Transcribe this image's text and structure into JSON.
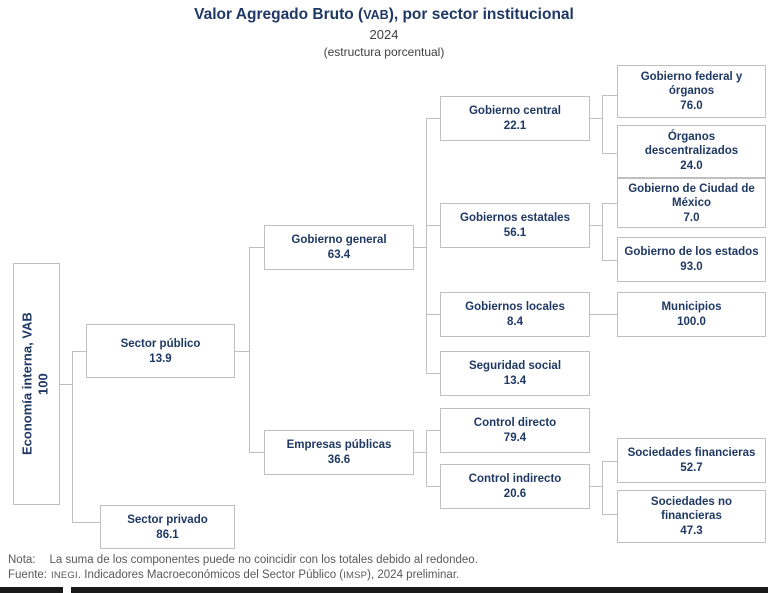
{
  "title": {
    "main_before": "Valor Agregado Bruto (",
    "main_acronym": "VAB",
    "main_after": "), por sector institucional",
    "year": "2024",
    "subtitle": "(estructura porcentual)"
  },
  "chart_data": {
    "type": "diagram",
    "title": "Valor Agregado Bruto (VAB), por sector institucional",
    "subtitle": "2024 (estructura porcentual)",
    "units": "porcentaje",
    "nodes": [
      {
        "id": "root",
        "label": "Economía interna, VAB",
        "value": "100",
        "level": 0
      },
      {
        "id": "sector_publico",
        "label": "Sector público",
        "value": "13.9",
        "level": 1
      },
      {
        "id": "sector_privado",
        "label": "Sector privado",
        "value": "86.1",
        "level": 1
      },
      {
        "id": "gob_general",
        "label": "Gobierno general",
        "value": "63.4",
        "level": 2
      },
      {
        "id": "empresas_pub",
        "label": "Empresas públicas",
        "value": "36.6",
        "level": 2
      },
      {
        "id": "gob_central",
        "label": "Gobierno central",
        "value": "22.1",
        "level": 3
      },
      {
        "id": "gob_estatales",
        "label": "Gobiernos estatales",
        "value": "56.1",
        "level": 3
      },
      {
        "id": "gob_locales",
        "label": "Gobiernos locales",
        "value": "8.4",
        "level": 3
      },
      {
        "id": "seguridad_social",
        "label": "Seguridad social",
        "value": "13.4",
        "level": 3
      },
      {
        "id": "control_directo",
        "label": "Control directo",
        "value": "79.4",
        "level": 3
      },
      {
        "id": "control_indirecto",
        "label": "Control indirecto",
        "value": "20.6",
        "level": 3
      },
      {
        "id": "gob_federal",
        "label": "Gobierno federal y órganos",
        "value": "76.0",
        "level": 4
      },
      {
        "id": "organos_desc",
        "label": "Órganos descentralizados",
        "value": "24.0",
        "level": 4
      },
      {
        "id": "gob_cdmx",
        "label": "Gobierno de Ciudad de México",
        "value": "7.0",
        "level": 4
      },
      {
        "id": "gob_estados",
        "label": "Gobierno de los estados",
        "value": "93.0",
        "level": 4
      },
      {
        "id": "municipios",
        "label": "Municipios",
        "value": "100.0",
        "level": 4
      },
      {
        "id": "soc_financieras",
        "label": "Sociedades financieras",
        "value": "52.7",
        "level": 4
      },
      {
        "id": "soc_no_fin",
        "label": "Sociedades no financieras",
        "value": "47.3",
        "level": 4
      }
    ],
    "edges": [
      [
        "root",
        "sector_publico"
      ],
      [
        "root",
        "sector_privado"
      ],
      [
        "sector_publico",
        "gob_general"
      ],
      [
        "sector_publico",
        "empresas_pub"
      ],
      [
        "gob_general",
        "gob_central"
      ],
      [
        "gob_general",
        "gob_estatales"
      ],
      [
        "gob_general",
        "gob_locales"
      ],
      [
        "gob_general",
        "seguridad_social"
      ],
      [
        "empresas_pub",
        "control_directo"
      ],
      [
        "empresas_pub",
        "control_indirecto"
      ],
      [
        "gob_central",
        "gob_federal"
      ],
      [
        "gob_central",
        "organos_desc"
      ],
      [
        "gob_estatales",
        "gob_cdmx"
      ],
      [
        "gob_estatales",
        "gob_estados"
      ],
      [
        "gob_locales",
        "municipios"
      ],
      [
        "control_indirecto",
        "soc_financieras"
      ],
      [
        "control_indirecto",
        "soc_no_fin"
      ]
    ],
    "colors": {
      "text": "#1F3864",
      "border": "#BFBFBF",
      "background": "#FFFFFF",
      "footer_text": "#595959"
    }
  },
  "nodes": {
    "root": {
      "label": "Economía interna, VAB",
      "value": "100"
    },
    "sector_publico": {
      "label": "Sector público",
      "value": "13.9"
    },
    "sector_privado": {
      "label": "Sector privado",
      "value": "86.1"
    },
    "gob_general": {
      "label": "Gobierno general",
      "value": "63.4"
    },
    "empresas_pub": {
      "label": "Empresas públicas",
      "value": "36.6"
    },
    "gob_central": {
      "label": "Gobierno central",
      "value": "22.1"
    },
    "gob_estatales": {
      "label": "Gobiernos estatales",
      "value": "56.1"
    },
    "gob_locales": {
      "label": "Gobiernos locales",
      "value": "8.4"
    },
    "seguridad_social": {
      "label": "Seguridad social",
      "value": "13.4"
    },
    "control_directo": {
      "label": "Control directo",
      "value": "79.4"
    },
    "control_indirecto": {
      "label": "Control indirecto",
      "value": "20.6"
    },
    "gob_federal": {
      "label": "Gobierno federal y órganos",
      "value": "76.0"
    },
    "organos_desc": {
      "label": "Órganos descentralizados",
      "value": "24.0"
    },
    "gob_cdmx": {
      "label": "Gobierno de Ciudad de México",
      "value": "7.0"
    },
    "gob_estados": {
      "label": "Gobierno de los estados",
      "value": "93.0"
    },
    "municipios": {
      "label": "Municipios",
      "value": "100.0"
    },
    "soc_financieras": {
      "label": "Sociedades financieras",
      "value": "52.7"
    },
    "soc_no_fin": {
      "label": "Sociedades no financieras",
      "value": "47.3"
    }
  },
  "footer": {
    "note_label": "Nota:",
    "note_text": "La suma de los componentes puede no coincidir con los totales debido al redondeo.",
    "source_label": "Fuente:",
    "source_org": "INEGI",
    "source_text_a": ". Indicadores Macroeconómicos del Sector Público (",
    "source_acronym": "IMSP",
    "source_text_b": "), 2024 preliminar."
  }
}
